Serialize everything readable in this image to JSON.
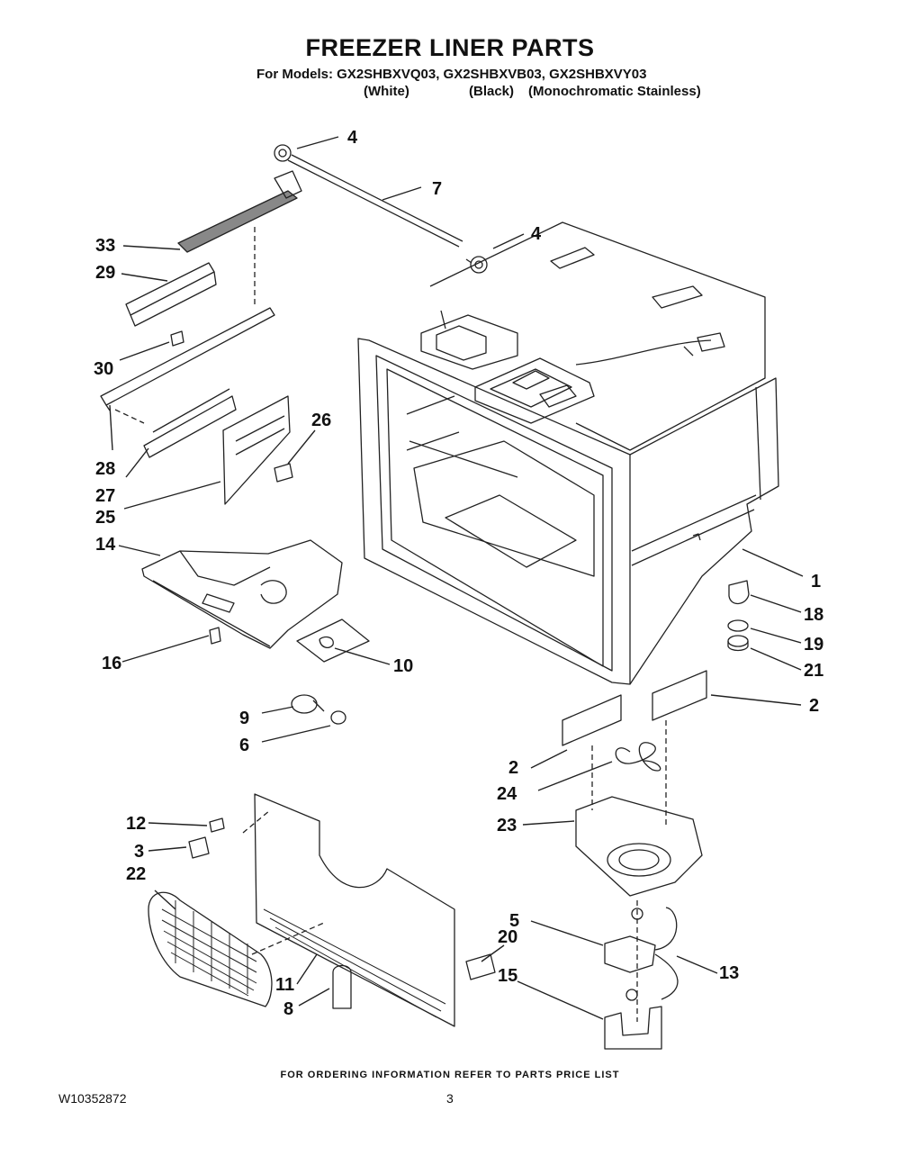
{
  "header": {
    "title": "FREEZER LINER PARTS",
    "models_line": "For Models: GX2SHBXVQ03, GX2SHBXVB03, GX2SHBXVY03",
    "variants": [
      "(White)",
      "(Black)",
      "(Monochromatic Stainless)"
    ]
  },
  "callouts": [
    "4",
    "7",
    "4",
    "33",
    "29",
    "30",
    "28",
    "27",
    "25",
    "26",
    "14",
    "16",
    "10",
    "1",
    "18",
    "19",
    "21",
    "2",
    "2",
    "9",
    "6",
    "24",
    "23",
    "12",
    "3",
    "22",
    "5",
    "20",
    "13",
    "11",
    "8",
    "15"
  ],
  "footer": {
    "ordering_note": "FOR ORDERING INFORMATION REFER TO PARTS PRICE LIST",
    "doc_number": "W10352872",
    "page_number": "3"
  }
}
